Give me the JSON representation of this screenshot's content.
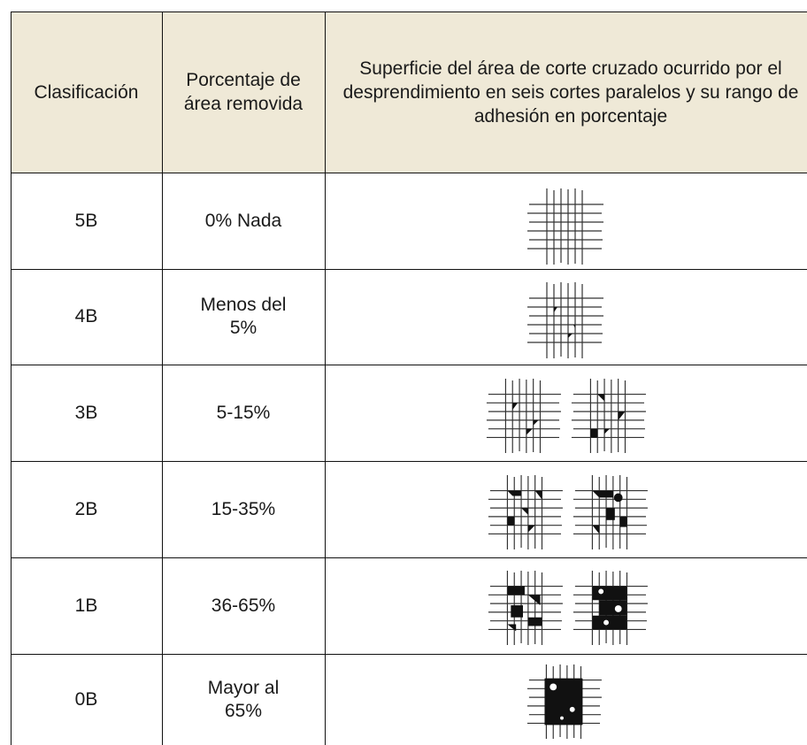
{
  "table": {
    "headers": [
      "Clasificación",
      "Porcentaje de área removida",
      "Superficie del área de corte cruzado ocurrido por el desprendimiento en seis cortes paralelos y su rango de adhesión en porcentaje"
    ],
    "rows": [
      {
        "classification": "5B",
        "percent": "0% Nada",
        "images": [
          "crosshatch-grid-icon"
        ]
      },
      {
        "classification": "4B",
        "percent": "Menos del 5%",
        "images": [
          "crosshatch-grid-icon"
        ]
      },
      {
        "classification": "3B",
        "percent": "5-15%",
        "images": [
          "crosshatch-grid-icon",
          "crosshatch-grid-icon"
        ]
      },
      {
        "classification": "2B",
        "percent": "15-35%",
        "images": [
          "crosshatch-grid-icon",
          "crosshatch-grid-icon"
        ]
      },
      {
        "classification": "1B",
        "percent": "36-65%",
        "images": [
          "crosshatch-grid-icon",
          "crosshatch-grid-icon"
        ]
      },
      {
        "classification": "0B",
        "percent": "Mayor al 65%",
        "images": [
          "crosshatch-grid-icon"
        ]
      }
    ],
    "header_background": "#efe9d7",
    "border_color": "#111111"
  }
}
